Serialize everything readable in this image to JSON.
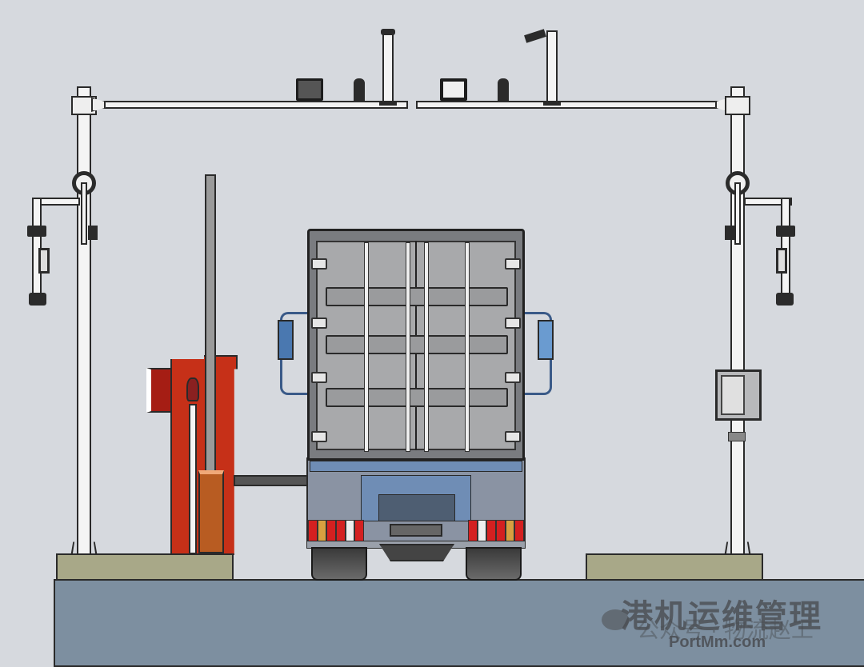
{
  "figure": {
    "description": "Side-elevation illustration of a port gate lane: overhead gantry with cameras and lights, boom barrier, container truck rear view",
    "colors": {
      "background": "#d6d9de",
      "ground": "#7d8fa0",
      "island": "#a8a888",
      "barrier_red": "#c63018",
      "barrier_orange": "#b85c22",
      "truck_blue": "#6f8db5",
      "container_grey": "#a8a9ab",
      "mirror_blue": "#4a78b0"
    },
    "components": [
      {
        "name": "overhead-gantry-left",
        "items": [
          "display-screen",
          "camera",
          "light-pole"
        ]
      },
      {
        "name": "overhead-gantry-right",
        "items": [
          "display-screen",
          "camera",
          "floodlight-pole"
        ]
      },
      {
        "name": "side-camera-left"
      },
      {
        "name": "side-camera-right"
      },
      {
        "name": "boom-barrier"
      },
      {
        "name": "container-truck"
      },
      {
        "name": "control-cabinet"
      }
    ]
  },
  "watermark": {
    "title": "港机运维管理",
    "subtitle": "公众号 · 物流赵工",
    "site": "PortMm.com"
  }
}
